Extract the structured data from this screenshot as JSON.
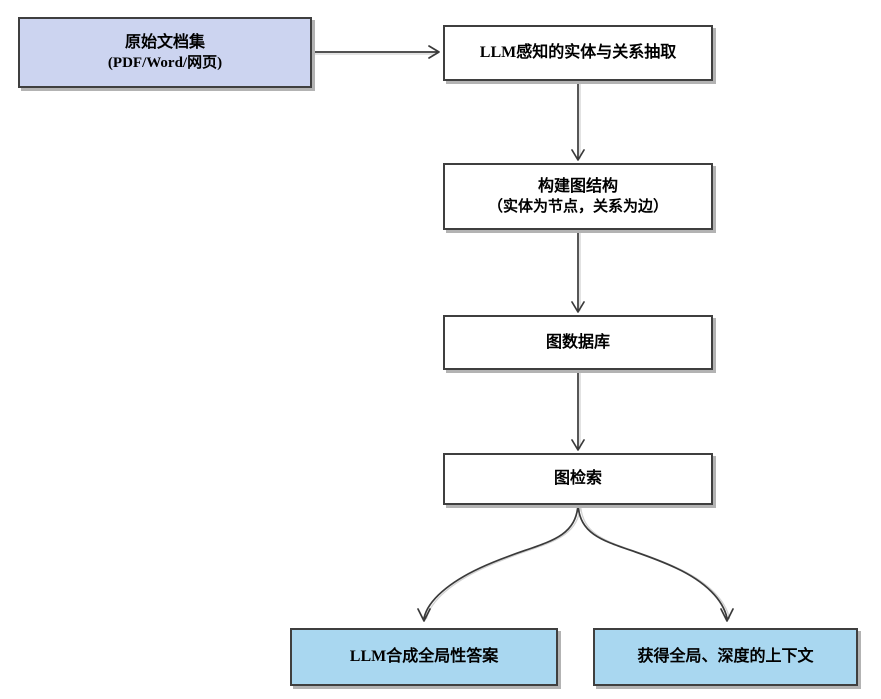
{
  "diagram": {
    "nodes": {
      "source": {
        "line1": "原始文档集",
        "line2": "(PDF/Word/网页)"
      },
      "extract": {
        "line1": "LLM感知的实体与关系抽取"
      },
      "build": {
        "line1": "构建图结构",
        "line2": "（实体为节点，关系为边）"
      },
      "database": {
        "line1": "图数据库"
      },
      "retrieval": {
        "line1": "图检索"
      },
      "answer": {
        "line1": "LLM合成全局性答案"
      },
      "context": {
        "line1": "获得全局、深度的上下文"
      }
    },
    "colors": {
      "lavender_fill": "#ccd4f0",
      "blue_fill": "#a9d7f0",
      "white_fill": "#ffffff",
      "border": "#3f3f3f",
      "arrow": "#3a3a3a",
      "arrow_highlight": "#d2d2d2",
      "shadow": "#b3b3b3"
    }
  }
}
